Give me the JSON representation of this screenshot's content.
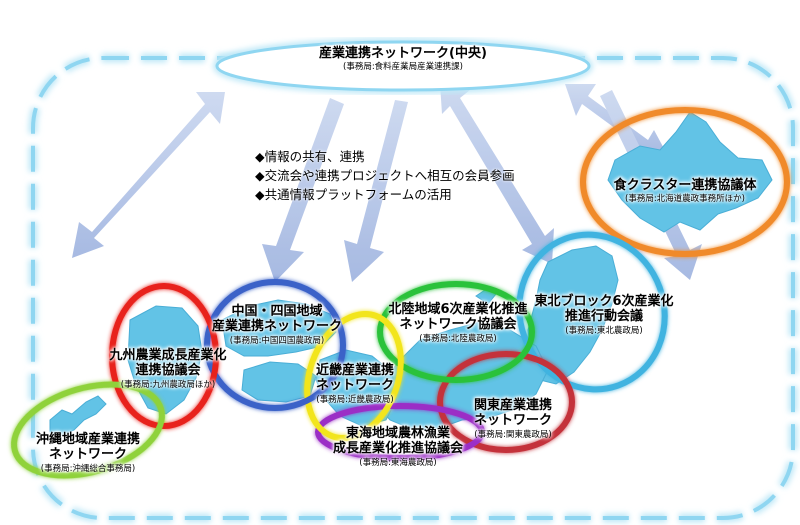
{
  "center": {
    "title": "産業連携ネットワーク(中央)",
    "sub": "(事務局:食料産業局産業連携課)"
  },
  "bullets": [
    "◆情報の共有、連携",
    "◆交流会や連携プロジェクトへ相互の会員参画",
    "◆共通情報プラットフォームの活用"
  ],
  "nodes": {
    "hokkaido": {
      "title": "食クラスター連携協議体",
      "sub": "(事務局:北海道農政事務所ほか)",
      "color": "#f08a2a"
    },
    "tohoku": {
      "title1": "東北ブロック6次産業化",
      "title2": "推進行動会議",
      "sub": "(事務局:東北農政局)",
      "color": "#3fb3e0"
    },
    "hokuriku": {
      "title1": "北陸地域6次産業化推進",
      "title2": "ネットワーク協議会",
      "sub": "(事務局:北陸農政局)",
      "color": "#2cc23a"
    },
    "kanto": {
      "title1": "関東産業連携",
      "title2": "ネットワーク",
      "sub": "(事務局:関東農政局)",
      "color": "#c4303a"
    },
    "tokai": {
      "title1": "東海地域農林漁業",
      "title2": "成長産業化推進協議会",
      "sub": "(事務局:東海農政局)",
      "color": "#9b2fc6"
    },
    "kinki": {
      "title1": "近畿産業連携",
      "title2": "ネットワーク",
      "sub": "(事務局:近畿農政局)",
      "color": "#f2e51a"
    },
    "chushikoku": {
      "title1": "中国・四国地域",
      "title2": "産業連携ネットワーク",
      "sub": "(事務局:中国四国農政局)",
      "color": "#3a62c8"
    },
    "kyushu": {
      "title1": "九州農業成長産業化",
      "title2": "連携協議会",
      "sub": "(事務局:九州農政局ほか)",
      "color": "#e8201e"
    },
    "okinawa": {
      "title1": "沖縄地域産業連携",
      "title2": "ネットワーク",
      "sub": "(事務局:沖縄総合事務局)",
      "color": "#8fd23a"
    }
  },
  "colors": {
    "frame": "#86d3f0",
    "arrow": "#a9bde3",
    "map": "#5fc2e6"
  }
}
